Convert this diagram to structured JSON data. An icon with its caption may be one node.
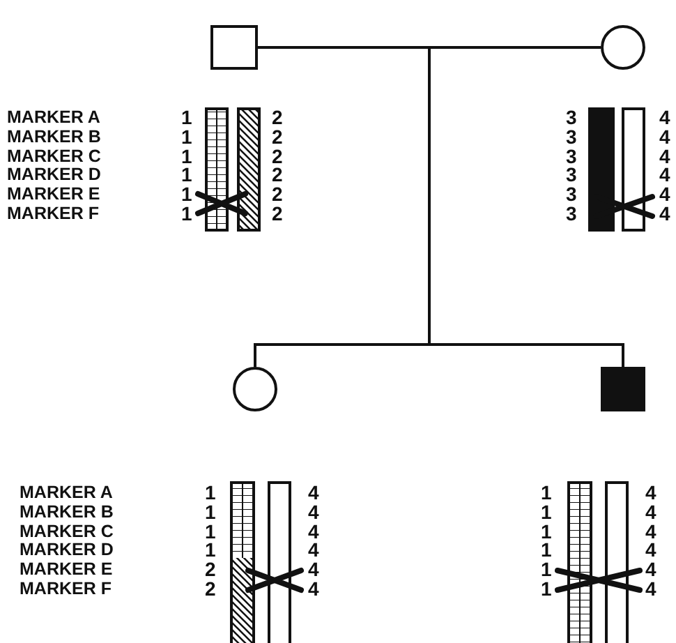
{
  "diagram": {
    "nodes": [
      {
        "text": [],
        "shape": "box"
      },
      {
        "text": [],
        "shape": "circle"
      },
      {
        "text": [],
        "shape": "circle"
      },
      {
        "text": [],
        "shape": "box"
      }
    ],
    "edges": [
      {
        "from": 0,
        "to": 1,
        "arrow": "none"
      },
      {
        "from": 0,
        "to": 2,
        "arrow": "none"
      },
      {
        "from": 0,
        "to": 3,
        "arrow": "none"
      },
      {
        "from": 1,
        "to": 2,
        "arrow": "none"
      },
      {
        "from": 1,
        "to": 3,
        "arrow": "none"
      }
    ],
    "labels": [
      "MARKER A",
      "1",
      "2",
      "3",
      "4",
      "MARKER B",
      "1",
      "2",
      "3",
      "4",
      "MARKER C",
      "1",
      "2",
      "3",
      "4",
      "MARKER D",
      "1",
      "2",
      "3",
      "4",
      "MARKER E",
      "1",
      "2",
      "3",
      "4",
      "MARKER F",
      "1",
      "2",
      "3",
      "4",
      "MARKER A",
      "1",
      "4",
      "1",
      "4",
      "MARKER B",
      "1",
      "4",
      "1",
      "4",
      "MARKER C",
      "1",
      "4",
      "1",
      "4",
      "MARKER D",
      "1",
      "4",
      "1",
      "4",
      "MARKER E",
      "2",
      "4",
      "1",
      "4",
      "MARKER F",
      "2",
      "4",
      "1",
      "4"
    ]
  }
}
